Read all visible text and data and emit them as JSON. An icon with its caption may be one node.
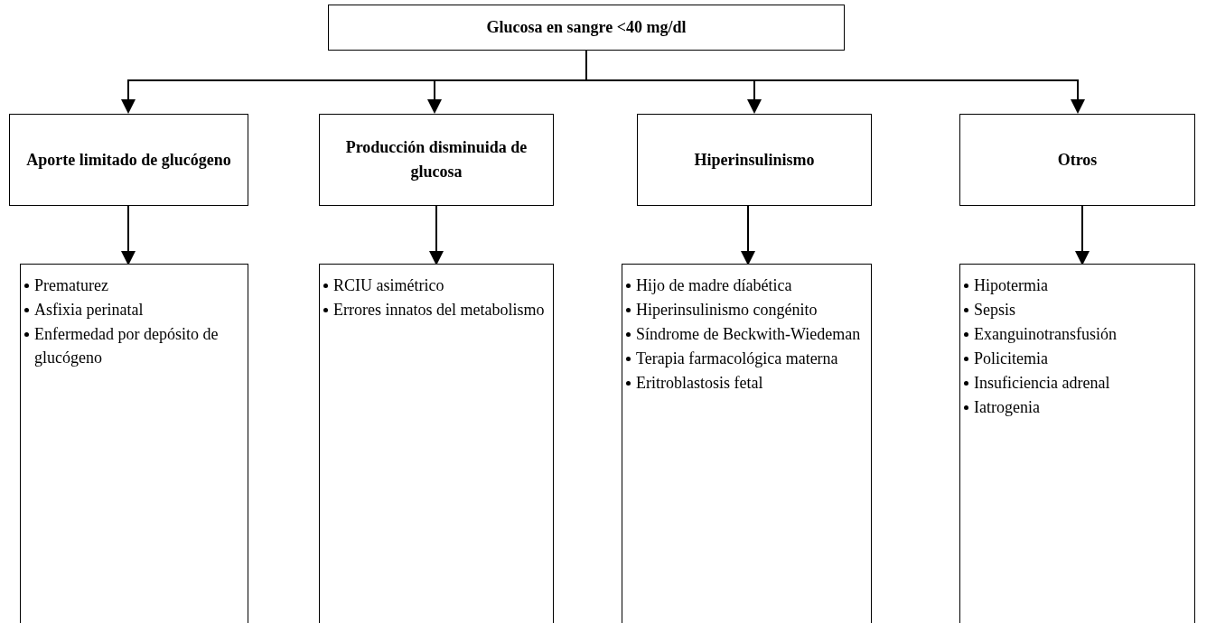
{
  "diagram": {
    "nodes": [
      {
        "text": [
          "Glucosa en sangre <40 mg/dl"
        ]
      },
      {
        "text": [
          "Aporte limitado de glucógeno"
        ]
      },
      {
        "text": [
          "Producción disminuida de glucosa"
        ]
      },
      {
        "text": [
          "Hiperinsulinismo"
        ]
      },
      {
        "text": [
          "Otros"
        ]
      },
      {
        "text": [
          "Prematurez",
          "Asfixia perinatal",
          "Enfermedad por depósito de glucógeno"
        ]
      },
      {
        "text": [
          "RCIU asimétrico",
          "Errores innatos del metabolismo"
        ]
      },
      {
        "text": [
          "Hijo de madre díabética",
          "Hiperinsulinismo congénito",
          "Síndrome de Beckwith-Wiedeman",
          "Terapia farmacológica materna",
          "Eritroblastosis fetal"
        ]
      },
      {
        "text": [
          "Hipotermia",
          "Sepsis",
          "Exanguinotransfusión",
          "Policitemia",
          "Insuficiencia adrenal",
          "Iatrogenia"
        ]
      }
    ],
    "edges": [
      {
        "from": 0,
        "to": 1,
        "arrow": "to"
      },
      {
        "from": 0,
        "to": 2,
        "arrow": "to"
      },
      {
        "from": 0,
        "to": 3,
        "arrow": "to"
      },
      {
        "from": 0,
        "to": 4,
        "arrow": "to"
      },
      {
        "from": 1,
        "to": 5,
        "arrow": "to"
      },
      {
        "from": 2,
        "to": 6,
        "arrow": "to"
      },
      {
        "from": 3,
        "to": 7,
        "arrow": "to"
      },
      {
        "from": 4,
        "to": 8,
        "arrow": "to"
      }
    ]
  }
}
